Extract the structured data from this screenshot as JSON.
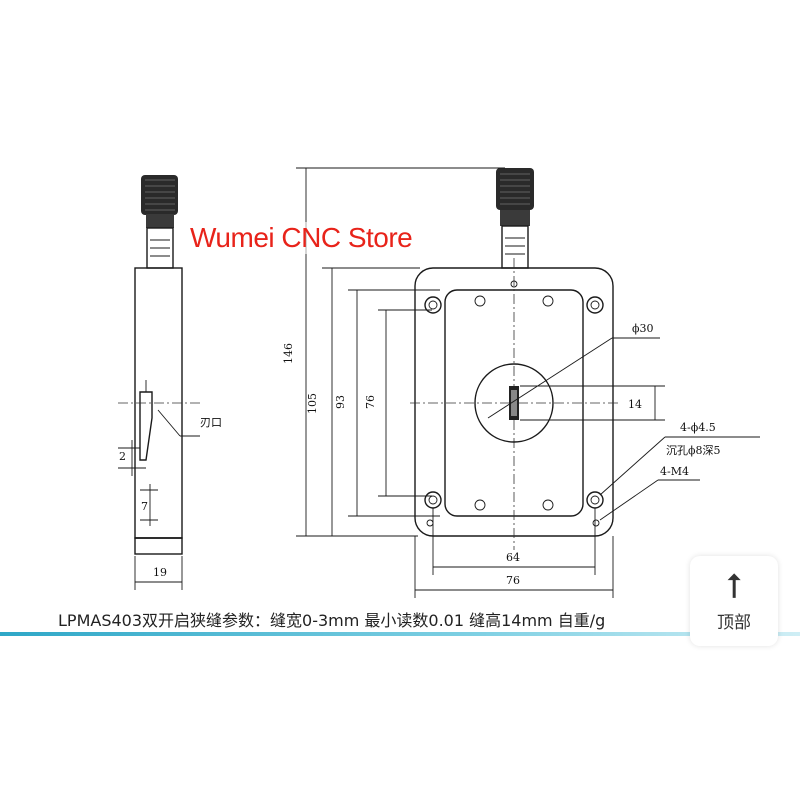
{
  "watermark": "Wumei CNC Store",
  "caption": "LPMAS403双开启狭缝参数：缝宽0-3mm  最小读数0.01 缝高14mm 自重/g",
  "top_button": {
    "icon": "arrow-up-icon",
    "label": "顶部"
  },
  "drawing": {
    "side_view": {
      "dims": [
        "2",
        "7",
        "19"
      ],
      "label_edge": "刃口"
    },
    "front_view": {
      "dims": [
        "146",
        "105",
        "93",
        "76",
        "14",
        "64",
        "76"
      ],
      "callouts": [
        "ϕ30",
        "4-ϕ4.5",
        "沉孔ϕ8深5",
        "4-M4"
      ]
    }
  },
  "colors": {
    "watermark": "#e8231a",
    "accent_line": "#2ea7c7"
  }
}
